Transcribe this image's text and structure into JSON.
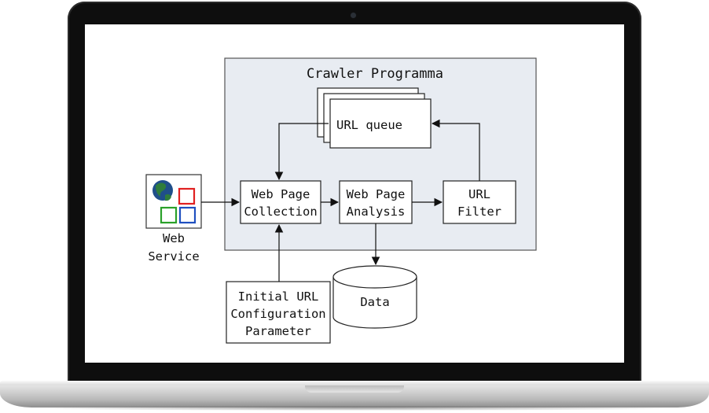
{
  "diagram": {
    "title": "Crawler Programma",
    "nodes": {
      "url_queue": "URL queue",
      "web_service": [
        "Web",
        "Service"
      ],
      "page_collection": [
        "Web Page",
        "Collection"
      ],
      "page_analysis": [
        "Web Page",
        "Analysis"
      ],
      "url_filter": [
        "URL",
        "Filter"
      ],
      "data_store": "Data",
      "initial_config": [
        "Initial URL",
        "Configuration",
        "Parameter"
      ]
    },
    "edges": [
      {
        "from": "web_service",
        "to": "page_collection"
      },
      {
        "from": "url_queue",
        "to": "page_collection"
      },
      {
        "from": "page_collection",
        "to": "page_analysis"
      },
      {
        "from": "page_analysis",
        "to": "url_filter"
      },
      {
        "from": "url_filter",
        "to": "url_queue"
      },
      {
        "from": "page_analysis",
        "to": "data_store"
      },
      {
        "from": "initial_config",
        "to": "page_collection"
      }
    ],
    "colors": {
      "crawler_panel": "#e8ecf2",
      "globe": "#1f4f8a",
      "globe_land": "#2f7d3c",
      "icon_red": "#e02020",
      "icon_green": "#2aa02a",
      "icon_blue": "#2050c0"
    }
  }
}
